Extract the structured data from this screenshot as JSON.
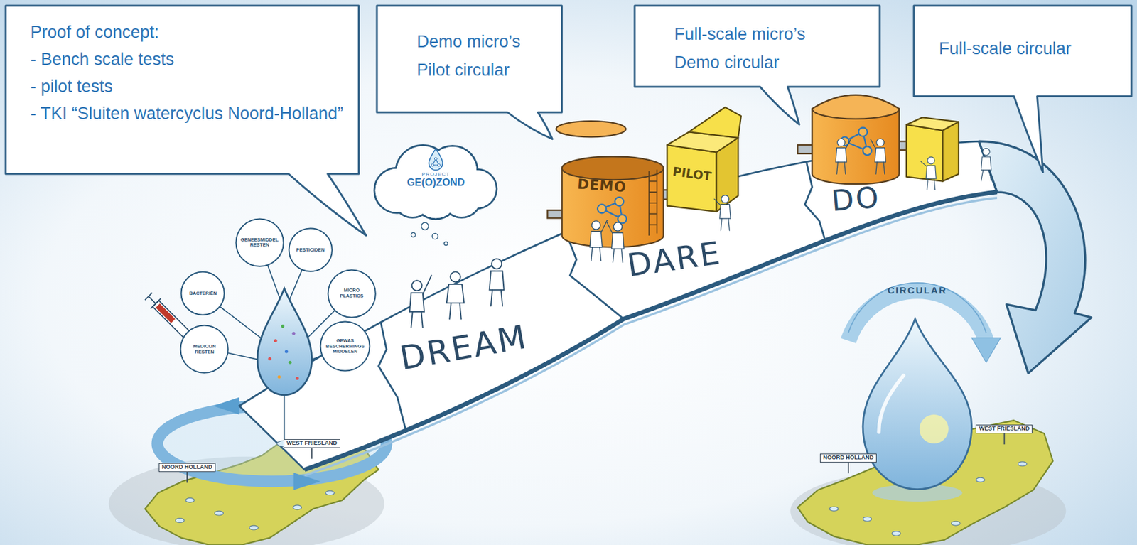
{
  "diagram": {
    "nodes": [
      {
        "text": [
          "Proof of concept:",
          "- Bench scale tests",
          "- pilot tests",
          "- TKI “Sluiten watercyclus Noord-Holland”"
        ]
      },
      {
        "text": [
          "Demo micro’s",
          "Pilot circular"
        ]
      },
      {
        "text": [
          "Full-scale micro’s",
          "Demo circular"
        ]
      },
      {
        "text": [
          "Full-scale circular"
        ]
      },
      {
        "text": [
          "BACTERIËN"
        ]
      },
      {
        "text": [
          "GENEESMIDDEL RESTEN"
        ]
      },
      {
        "text": [
          "PESTICIDEN"
        ]
      },
      {
        "text": [
          "MICRO PLASTICS"
        ]
      },
      {
        "text": [
          "GEWAS BESCHERMINGS MIDDELEN"
        ]
      },
      {
        "text": [
          "MEDICIJN RESTEN"
        ]
      },
      {
        "text": [
          "PROJECT",
          "GE(O)ZOND"
        ]
      }
    ],
    "labels": [
      "DREAM",
      "DEMO",
      "PILOT",
      "DARE",
      "DO",
      "CIRCULAR",
      "NOORD HOLLAND",
      "WEST FRIESLAND",
      "NOORD HOLLAND",
      "WEST FRIESLAND"
    ]
  }
}
